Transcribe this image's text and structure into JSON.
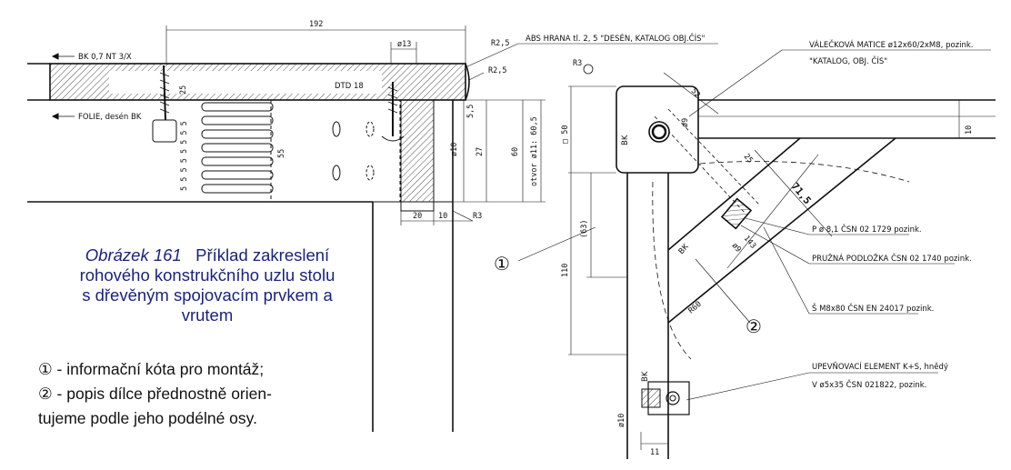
{
  "caption": {
    "figure_number": "Obrázek 161",
    "lines": [
      "Příklad zakreslení",
      "rohového konstrukčního uzlu stolu",
      "s dřevěným spojovacím prvkem a",
      "vrutem"
    ]
  },
  "notes": [
    "① - informační kóta pro montáž;",
    "② - popis dílce přednostně orien-",
    "tujeme podle jeho podélné osy."
  ],
  "left_view": {
    "dim_top": "192",
    "dim_phi13": "ø13",
    "dim_r25_a": "R2,5",
    "dim_r25_b": "R2,5",
    "label_bk": "BK 0,7 NT 3/X",
    "label_folie": "FOLIE, desén BK",
    "label_dtd": "DTD 18",
    "label_abs": "ABS HRANA tl. 2, 5 \"DESÉN, KATALOG OBJ.ČÍS\"",
    "dim_25": "25",
    "dim_55_stack": "5 5 5 5 5 5 5 5",
    "dim_55": "55",
    "dim_5_5": "5,5",
    "dim_phi10": "ø10",
    "dim_27": "27",
    "dim_60": "60",
    "dim_otvor": "otvor ø11: 60,5",
    "dim_20": "20",
    "dim_10": "10",
    "dim_r3": "R3"
  },
  "right_view": {
    "label_r3": "R3",
    "label_matice_1": "VÁLEČKOVÁ MATICE ø12x60/2xM8, pozink.",
    "label_matice_2": "\"KATALOG, OBJ. ČÍS\"",
    "dim_52": "52",
    "dim_phi9_top": "ø9",
    "dim_sq50": "□ 50",
    "dim_10_right": "10",
    "label_bk_block": "BK",
    "dim_25": "25",
    "dim_715": "71,5",
    "dim_63": "(63)",
    "circle_1": "①",
    "label_washer_p": "P ø 8,1 ČSN 02 1729 pozink.",
    "label_washer_spring": "PRUŽNÁ PODLOŽKA ČSN 02 1740 pozink.",
    "dim_phi9_mid": "ø9",
    "dim_143": "143",
    "label_bk_diag": "BK",
    "dim_110": "110",
    "dim_r60": "R60",
    "circle_2": "②",
    "label_screw": "Š M8x80 ČSN EN 24017 pozink.",
    "label_upev_1": "UPEVŇOVACÍ ELEMENT K+S, hnědý",
    "label_upev_2": "V ø5x35 ČSN 021822, pozink.",
    "label_bk_leg": "BK",
    "dim_phi10": "ø10",
    "dim_11": "11"
  }
}
